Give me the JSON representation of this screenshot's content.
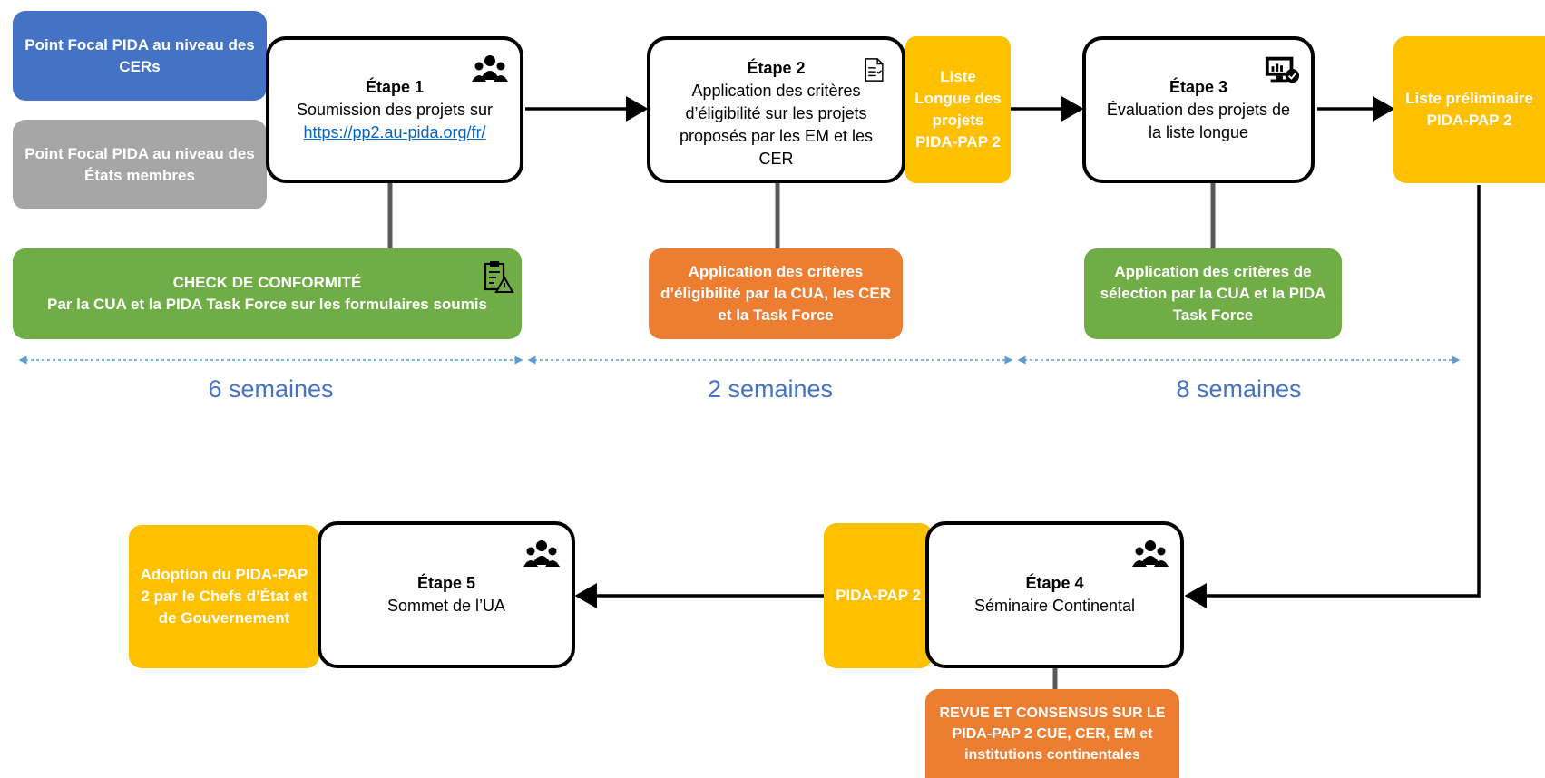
{
  "roles": {
    "cer_focal": "Point Focal PIDA au niveau des CERs",
    "member_focal": "Point Focal PIDA au niveau des États membres"
  },
  "stages": [
    {
      "title": "Étape 1",
      "desc": "Soumission des projets sur",
      "link": "https://pp2.au-pida.org/fr/",
      "icon": "people-icon"
    },
    {
      "title": "Étape 2",
      "desc": "Application des critères d’éligibilité sur les projets proposés par les EM et les CER",
      "icon": "checklist-document-icon"
    },
    {
      "title": "Étape 3",
      "desc": "Évaluation des projets de la liste longue",
      "icon": "monitor-chart-icon"
    },
    {
      "title": "Étape 4",
      "desc": "Séminaire Continental",
      "icon": "people-icon"
    },
    {
      "title": "Étape 5",
      "desc": "Sommet de l’UA",
      "icon": "people-icon"
    }
  ],
  "checks": {
    "conformity_title": "CHECK DE CONFORMITÉ",
    "conformity_desc": "Par la CUA et la PIDA Task Force sur les formulaires soumis",
    "eligibility": "Application des critères d’éligibilité par la CUA, les CER et la Task Force",
    "selection": "Application des critères de sélection par la CUA et la PIDA Task Force",
    "review": "REVUE ET CONSENSUS SUR LE PIDA-PAP 2 CUE, CER, EM et institutions continentales"
  },
  "outputs": {
    "long_list": "Liste Longue des projets PIDA-PAP 2",
    "prelim_list": "Liste préliminaire PIDA-PAP 2",
    "pida_pap2": "PIDA-PAP 2",
    "adoption": "Adoption du PIDA-PAP 2 par le Chefs d’État et de Gouvernement"
  },
  "durations": [
    "6 semaines",
    "2 semaines",
    "8 semaines"
  ],
  "colors": {
    "blue": "#4472c4",
    "grey": "#a6a6a6",
    "green": "#70ad47",
    "orange": "#ed7d31",
    "yellow": "#ffc000",
    "link": "#0563c1"
  }
}
